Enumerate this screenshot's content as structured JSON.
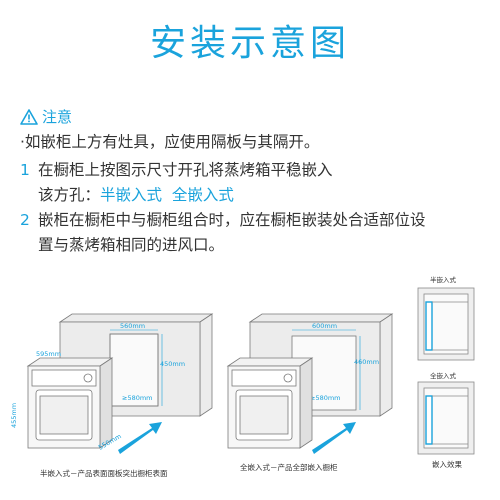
{
  "title": "安装示意图",
  "note": {
    "heading": "注意",
    "intro": "·如嵌柜上方有灶具，应使用隔板与其隔开。",
    "items": [
      {
        "num": "1",
        "text1": "在橱柜上按图示尺寸开孔将蒸烤箱平稳嵌入",
        "text2_prefix": "该方孔：",
        "opt1": "半嵌入式",
        "opt2": "全嵌入式"
      },
      {
        "num": "2",
        "text1": "嵌柜在橱柜中与橱柜组合时，应在橱柜嵌装处合适部位设",
        "text2": "置与蒸烤箱相同的进风口。"
      }
    ]
  },
  "diagram1": {
    "caption": "半嵌入式－产品表面面板突出橱柜表面",
    "dims": {
      "width_top": "560mm",
      "height_right": "450mm",
      "depth": "≥580mm",
      "oven_width": "595mm",
      "oven_height": "455mm",
      "oven_depth": "550mm"
    }
  },
  "diagram2": {
    "caption": "全嵌入式－产品全部嵌入橱柜",
    "dims": {
      "width_top": "600mm",
      "height_right": "460mm",
      "depth": "≥580mm"
    }
  },
  "side": {
    "label_half": "半嵌入式",
    "label_full": "全嵌入式",
    "caption": "嵌入效果"
  },
  "colors": {
    "accent": "#1aa3dc",
    "line": "#7a7a7a",
    "cabinet": "#e8e8e8"
  }
}
